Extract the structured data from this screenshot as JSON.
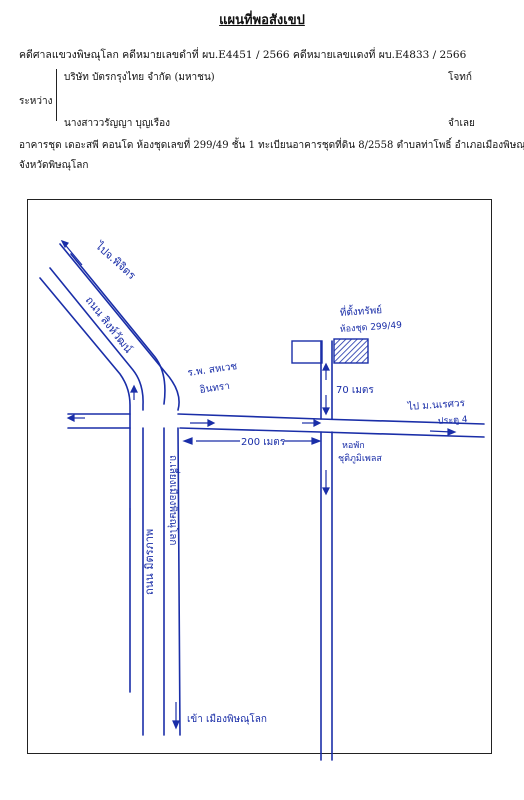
{
  "header": {
    "title": "แผนที่พอสังเขป",
    "case_line": "คดีศาลแขวงพิษณุโลก คดีหมายเลขดำที่ ผบ.E4451 / 2566 คดีหมายเลขแดงที่ ผบ.E4833 / 2566",
    "plaintiff": "บริษัท บัตรกรุงไทย จำกัด (มหาชน)",
    "plaintiff_role": "โจทก์",
    "between": "ระหว่าง",
    "defendant": "นางสาววรัญญา บุญเรือง",
    "defendant_role": "จำเลย",
    "property_line1": "อาคารชุด เดอะสพี คอนโด ห้องชุดเลขที่ 299/49 ชั้น 1 ทะเบียนอาคารชุดที่ดิน 8/2558 ตำบลท่าโพธิ์ อำเภอเมืองพิษณุโลก",
    "property_line2": "จังหวัดพิษณุโลก"
  },
  "map": {
    "to_phichit": "ไปจ.พิจิตร",
    "road_left_diagonal": "ถนน สิงห์วัฒน์",
    "hospital": "ร.พ. สหเวช",
    "hospital_sub": "อินทรา",
    "property_label": "ที่ตั้งทรัพย์",
    "property_unit": "ห้องชุด 299/49",
    "dist_70": "70 เมตร",
    "to_naresuan": "ไป ม.นเรศวร",
    "to_naresuan_sub": "ประตู 4",
    "dist_200": "200 เมตร",
    "dorm": "หอพัก",
    "dorm_sub": "ชุติภูมิเพลส",
    "road_vertical_left": "ถนน มิตรภาพ",
    "road_vertical_right": "ถ.เลี่ยงเมืองพิษณุโลก",
    "to_city": "เข้า เมืองพิษณุโลก"
  }
}
